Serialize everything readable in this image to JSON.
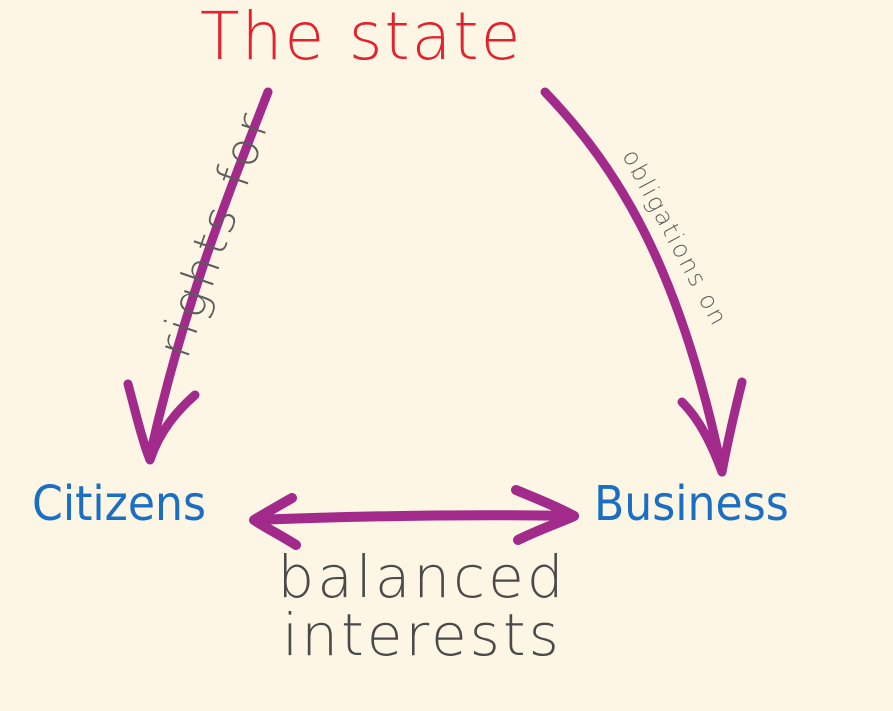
{
  "diagram": {
    "nodes": {
      "state": {
        "label": "The state",
        "color": "#e3222d"
      },
      "citizens": {
        "label": "Citizens",
        "color": "#1a6fc4"
      },
      "business": {
        "label": "Business",
        "color": "#1a6fc4"
      }
    },
    "edges": [
      {
        "from": "state",
        "to": "citizens",
        "label": "rights for",
        "color": "#a12a8a"
      },
      {
        "from": "state",
        "to": "business",
        "label": "obligations on",
        "color": "#a12a8a"
      },
      {
        "from": "citizens",
        "to": "business",
        "label_line1": "balanced",
        "label_line2": "interests",
        "bidirectional": true,
        "color": "#a12a8a"
      }
    ]
  }
}
